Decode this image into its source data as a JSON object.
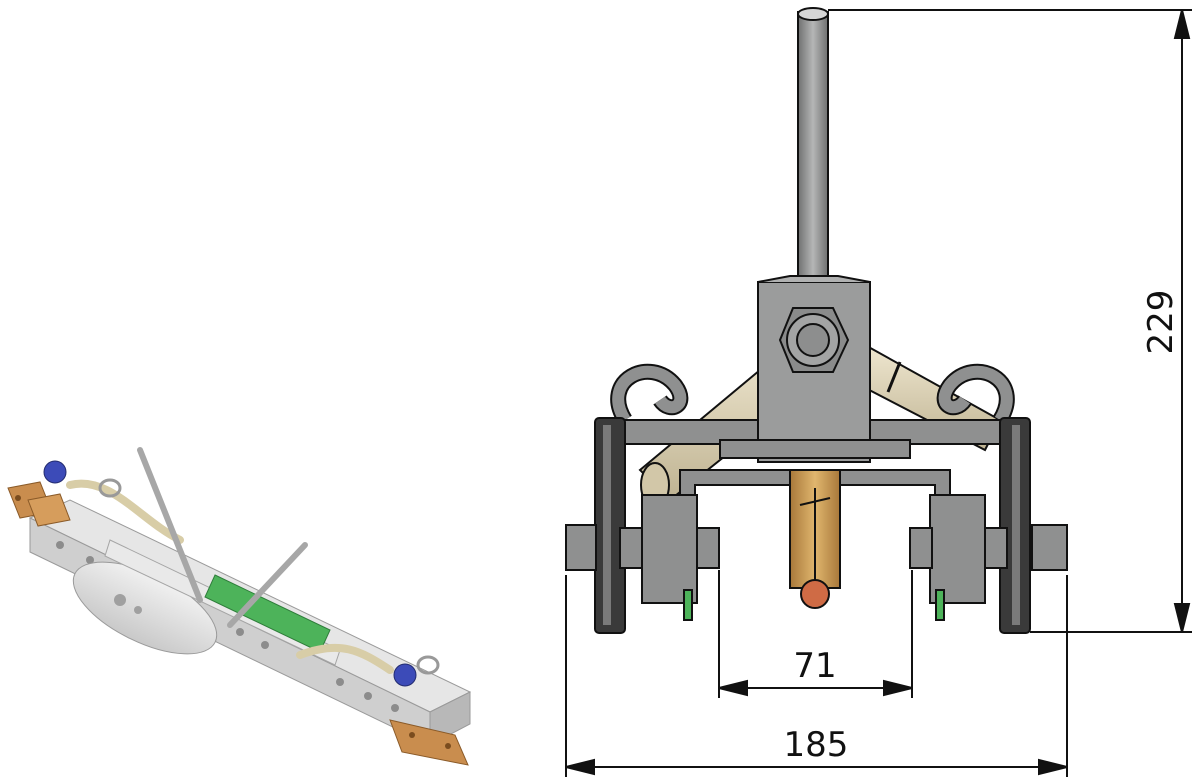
{
  "dimensions": {
    "height": "229",
    "inner_width": "71",
    "outer_width": "185"
  },
  "colors": {
    "steel": "#8f9090",
    "steel_dark": "#5e5f5f",
    "steel_light": "#bdbebe",
    "beige": "#d9cfb3",
    "brass": "#c99a52",
    "copper": "#cf6b45",
    "green": "#4db35a",
    "blue": "#3c4bb8",
    "line": "#111111"
  }
}
